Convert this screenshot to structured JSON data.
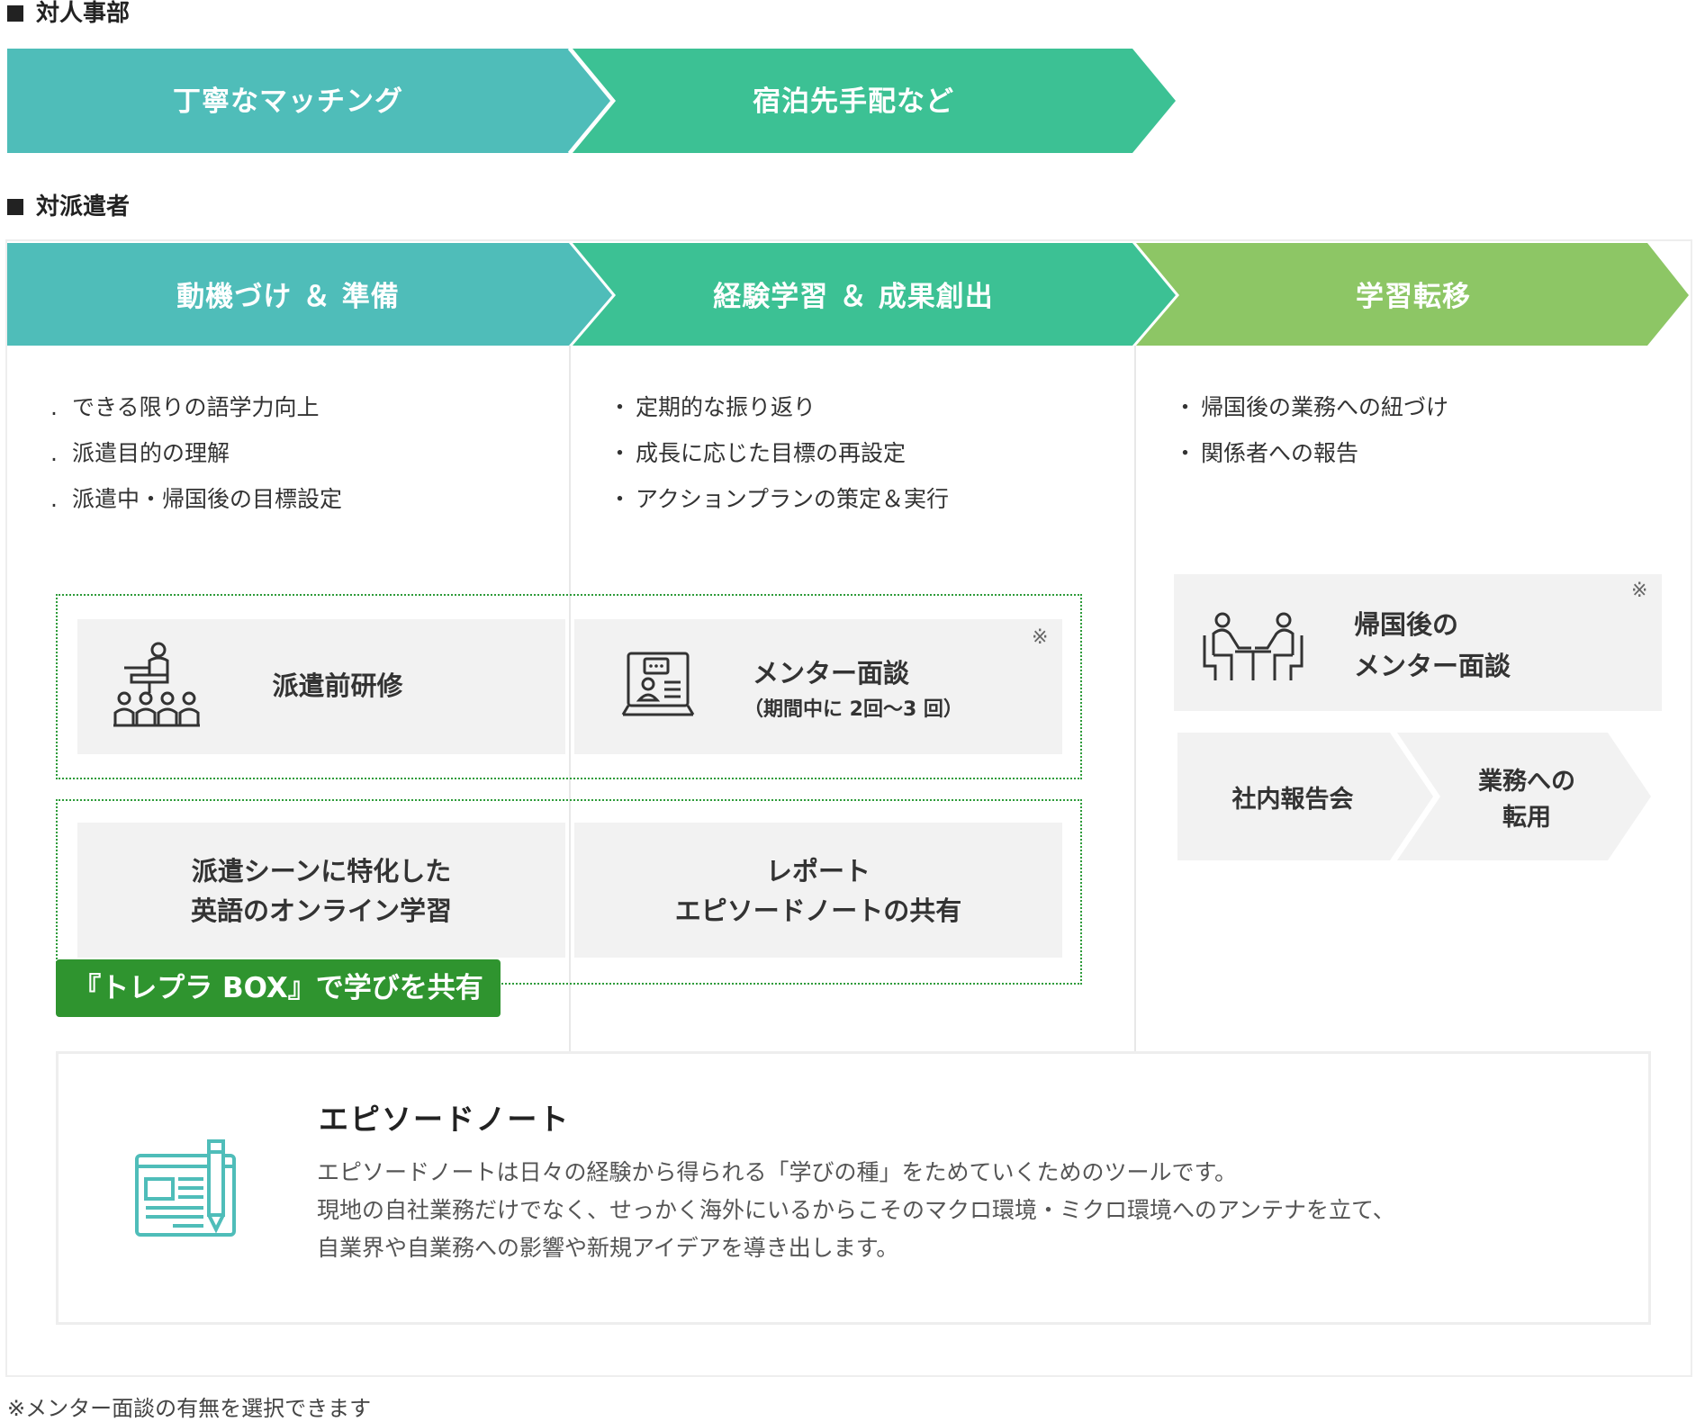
{
  "sections": {
    "staff_label": "対人事部",
    "dispatch_label": "対派遣者"
  },
  "staff_flow": [
    {
      "label": "丁寧なマッチング",
      "color": "#4fbdb9"
    },
    {
      "label": "宿泊先手配など",
      "color": "#3cc194"
    }
  ],
  "dispatch_flow": [
    {
      "label": "動機づけ ＆ 準備",
      "color": "#4fbdb9"
    },
    {
      "label": "経験学習 ＆ 成果創出",
      "color": "#3cc194"
    },
    {
      "label": "学習転移",
      "color": "#8dc665"
    }
  ],
  "columns": [
    {
      "bullet_mark": ".",
      "items": [
        "できる限りの語学力向上",
        "派遣目的の理解",
        "派遣中・帰国後の目標設定"
      ]
    },
    {
      "bullet_mark": "・",
      "items": [
        "定期的な振り返り",
        "成長に応じた目標の再設定",
        "アクションプランの策定＆実行"
      ]
    },
    {
      "bullet_mark": "・",
      "items": [
        "帰国後の業務への紐づけ",
        "関係者への報告"
      ]
    }
  ],
  "boxes": {
    "pre_training": {
      "title": "派遣前研修",
      "icon": "lecture-icon"
    },
    "mentor": {
      "title": "メンター面談",
      "sub": "（期間中に 2回～3 回）",
      "mark": "※",
      "icon": "online-meeting-icon"
    },
    "online_learning": {
      "line1": "派遣シーンに特化した",
      "line2": "英語のオンライン学習"
    },
    "report": {
      "line1": "レポート",
      "line2": "エピソードノートの共有"
    },
    "trepla_box": "『トレプラ BOX』で学びを共有",
    "post_mentor": {
      "line1": "帰国後の",
      "line2": "メンター面談",
      "mark": "※",
      "icon": "face-to-face-icon"
    },
    "internal_report": "社内報告会",
    "apply": {
      "line1": "業務への",
      "line2": "転用"
    }
  },
  "episode": {
    "title": "エピソードノート",
    "icon": "notebook-pen-icon",
    "lines": [
      "エピソードノートは日々の経験から得られる「学びの種」をためていくためのツールです。",
      "現地の自社業務だけでなく、せっかく海外にいるからこそのマクロ環境・ミクロ環境へのアンテナを立て、",
      "自業界や自業務への影響や新規アイデアを導き出します。"
    ]
  },
  "footnote": "※メンター面談の有無を選択できます",
  "colors": {
    "teal": "#4fbdb9",
    "green": "#3cc194",
    "lime": "#8dc665",
    "dark_green": "#2f942f",
    "icon": "#4fbdb9"
  }
}
